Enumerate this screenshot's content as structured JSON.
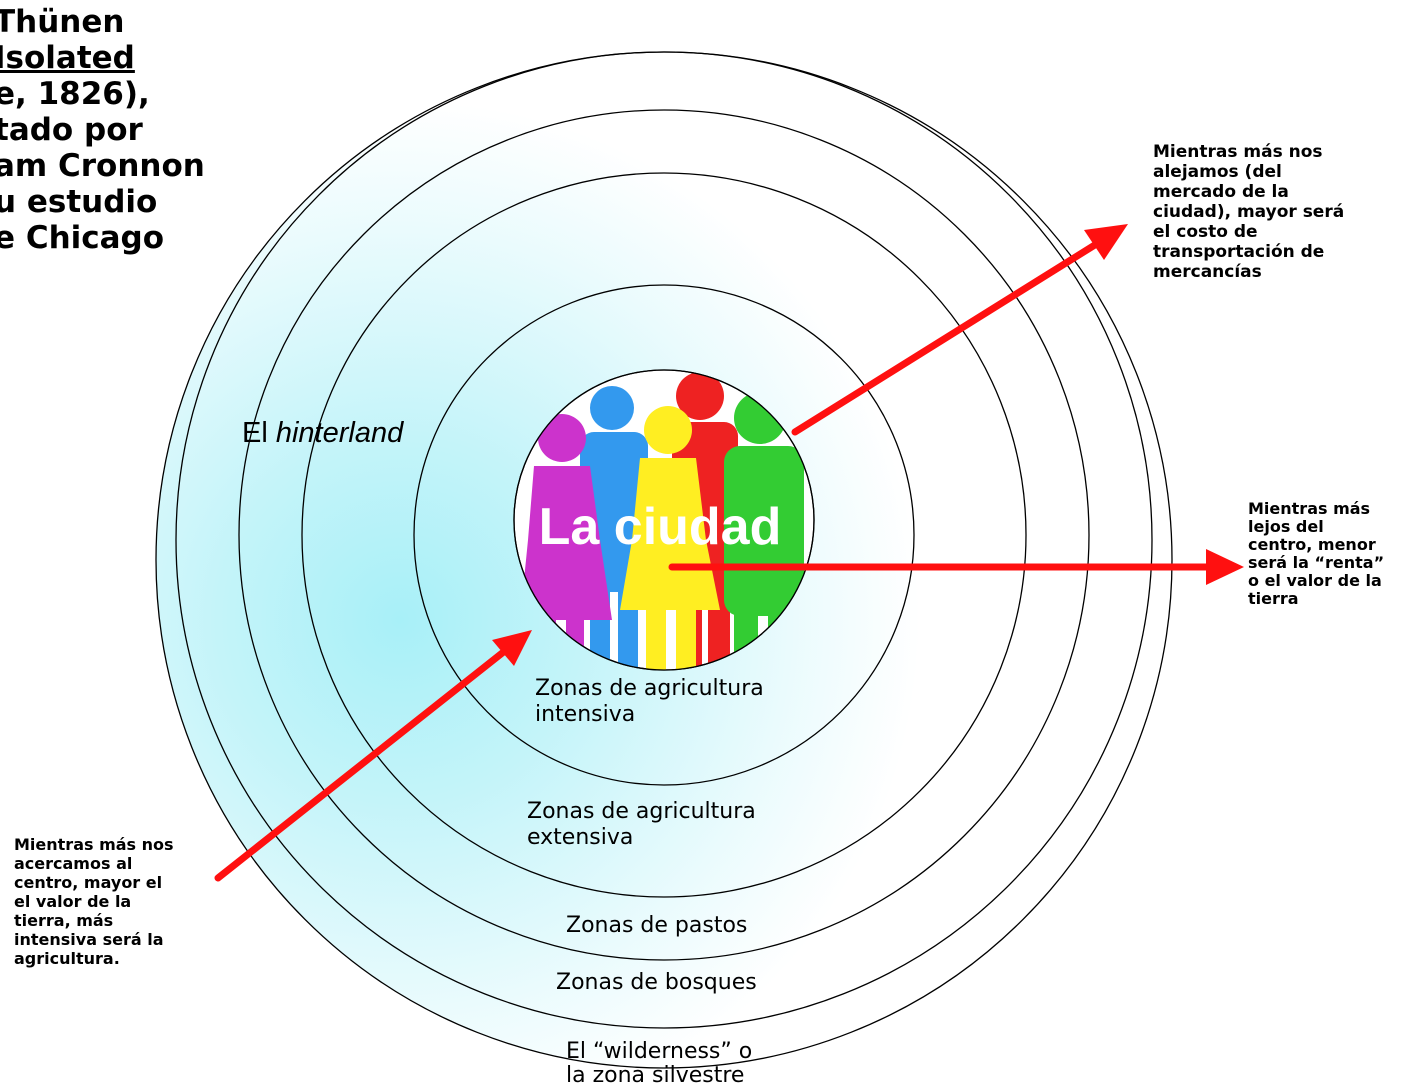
{
  "title": {
    "line1": "Thünen",
    "line2": "Isolated",
    "line3": "e, 1826),",
    "line4": "tado por",
    "line5": "am Cronnon",
    "line6": "u estudio",
    "line7": "e Chicago"
  },
  "center_label": "La ciudad",
  "hinterland": {
    "prefix": "El ",
    "italic": "hinterland"
  },
  "zones": {
    "intensive_l1": "Zonas de agricultura",
    "intensive_l2": "intensiva",
    "extensive_l1": "Zonas de agricultura",
    "extensive_l2": "extensiva",
    "pastures": "Zonas de pastos",
    "forests": "Zonas de bosques",
    "wilderness_l1": "El “wilderness” o",
    "wilderness_l2": "la zona silvestre"
  },
  "notes": {
    "right_top": [
      "Mientras más nos",
      "alejamos (del",
      "mercado de la",
      "ciudad), mayor será",
      "el costo de",
      "transportación de",
      "mercancías"
    ],
    "right_mid": [
      "Mientras más",
      "lejos del",
      "centro, menor",
      "será la “renta”",
      "o el valor de la",
      "tierra"
    ],
    "left": [
      "Mientras más nos",
      "acercamos al",
      "centro, mayor el",
      "el valor de la",
      "tierra, más",
      "intensiva será la",
      "agricultura."
    ]
  },
  "colors": {
    "arrow": "#ff1010",
    "glow": "#aeeef7",
    "ring": "#000000",
    "figures": [
      "#cc33cc",
      "#3399ee",
      "#ee2222",
      "#ffee22",
      "#33cc33"
    ]
  }
}
